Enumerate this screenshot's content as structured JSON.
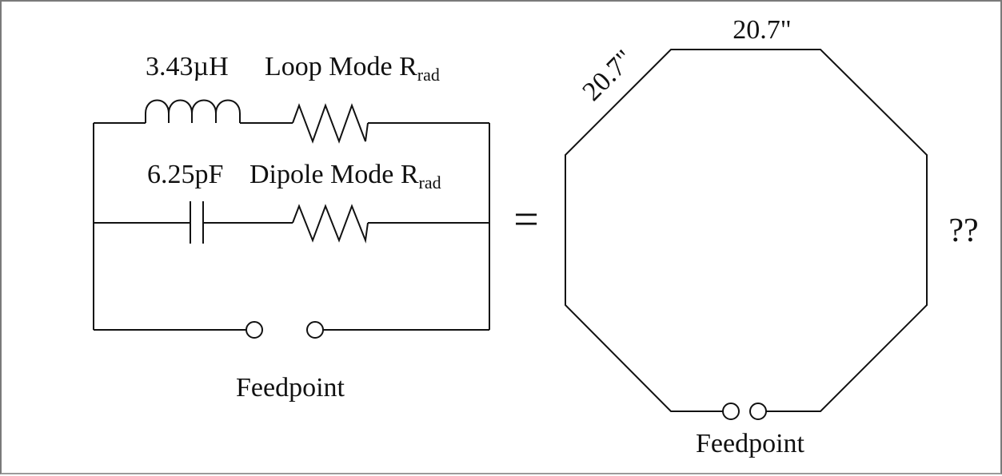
{
  "circuit": {
    "inductor_label": "3.43µH",
    "loop_resistor_label": "Loop Mode R",
    "loop_resistor_sub": "rad",
    "capacitor_label": "6.25pF",
    "dipole_resistor_label": "Dipole Mode R",
    "dipole_resistor_sub": "rad",
    "feedpoint_label": "Feedpoint"
  },
  "equals_symbol": "=",
  "octagon": {
    "top_side_label": "20.7\"",
    "diagonal_side_label": "20.7\"",
    "right_side_label": "??",
    "feedpoint_label": "Feedpoint"
  }
}
